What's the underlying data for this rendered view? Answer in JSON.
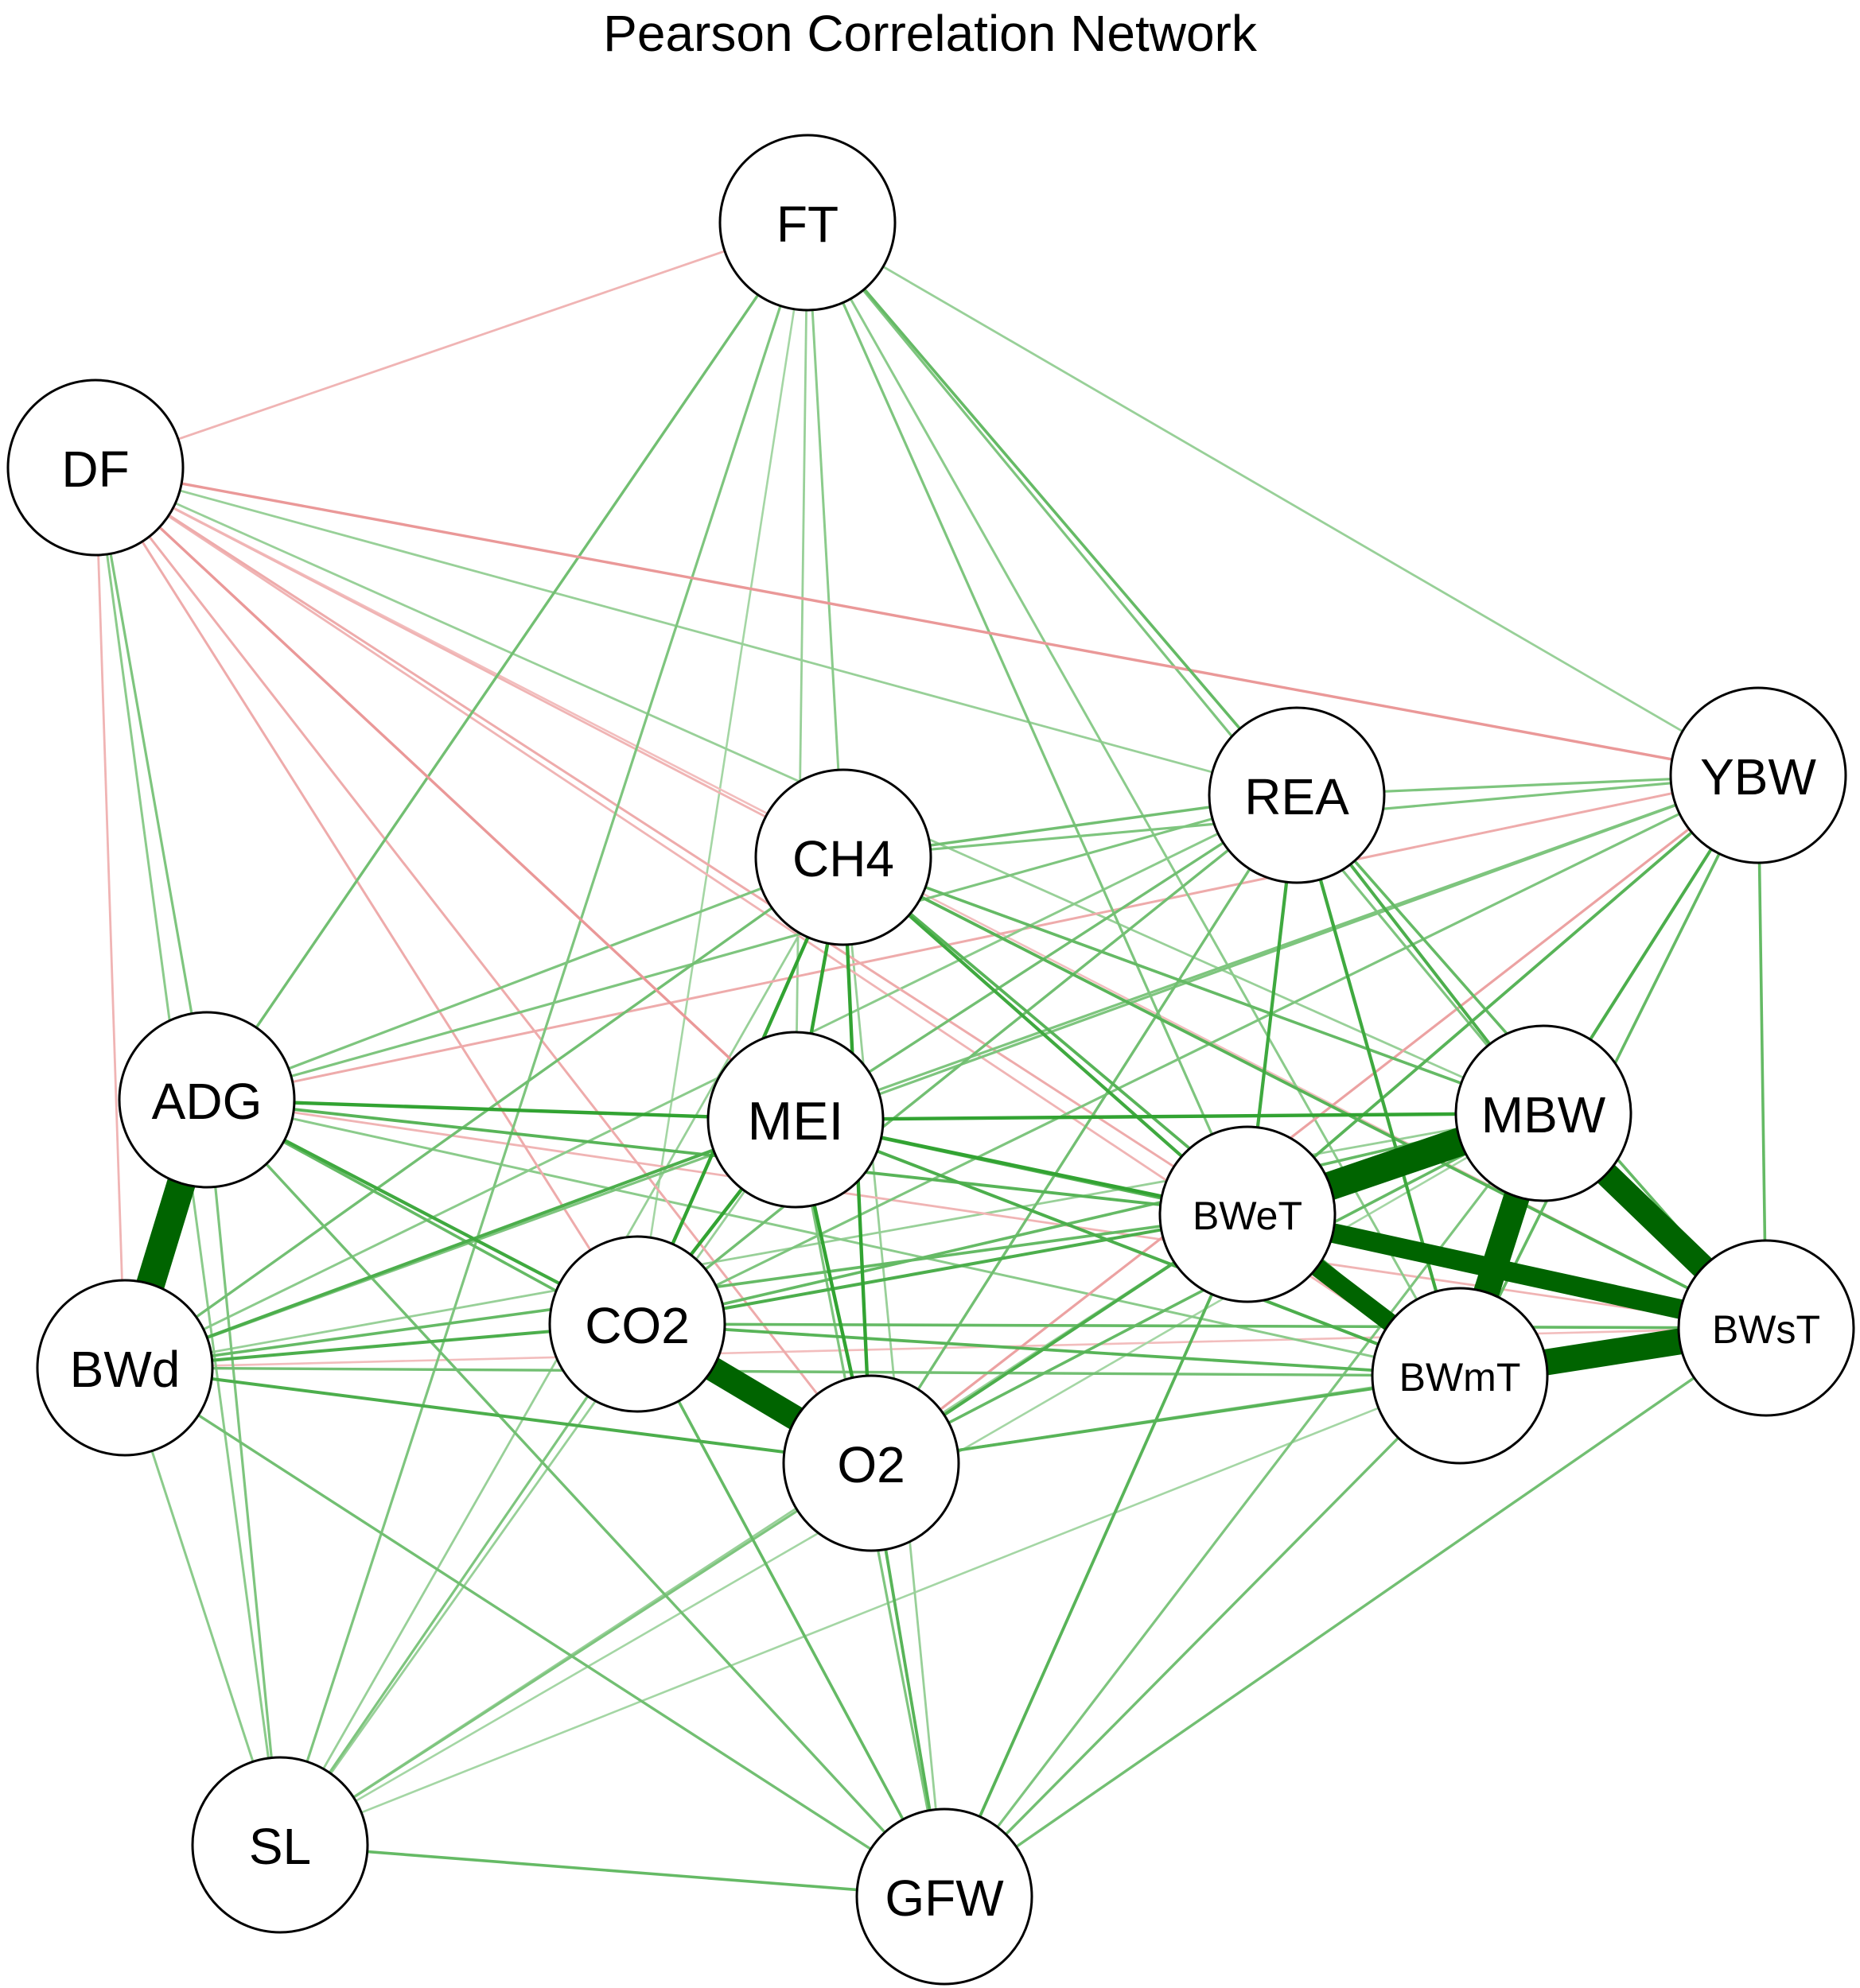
{
  "title": "Pearson Correlation Network",
  "colors": {
    "positive": "#006400",
    "negative": "#e06666",
    "node_fill": "#ffffff",
    "node_stroke": "#000000"
  },
  "nodes": [
    {
      "id": "FT",
      "label": "FT"
    },
    {
      "id": "DF",
      "label": "DF"
    },
    {
      "id": "REA",
      "label": "REA"
    },
    {
      "id": "YBW",
      "label": "YBW"
    },
    {
      "id": "CH4",
      "label": "CH4"
    },
    {
      "id": "ADG",
      "label": "ADG"
    },
    {
      "id": "MEI",
      "label": "MEI"
    },
    {
      "id": "MBW",
      "label": "MBW"
    },
    {
      "id": "BWeT",
      "label": "BWeT"
    },
    {
      "id": "CO2",
      "label": "CO2"
    },
    {
      "id": "BWd",
      "label": "BWd"
    },
    {
      "id": "BWsT",
      "label": "BWsT"
    },
    {
      "id": "BWmT",
      "label": "BWmT"
    },
    {
      "id": "O2",
      "label": "O2"
    },
    {
      "id": "SL",
      "label": "SL"
    },
    {
      "id": "GFW",
      "label": "GFW"
    }
  ],
  "edges": [
    {
      "from": "BWeT",
      "to": "MBW",
      "r": 0.95
    },
    {
      "from": "MBW",
      "to": "BWmT",
      "r": 0.93
    },
    {
      "from": "MBW",
      "to": "BWsT",
      "r": 0.92
    },
    {
      "from": "BWmT",
      "to": "BWsT",
      "r": 0.93
    },
    {
      "from": "BWeT",
      "to": "BWsT",
      "r": 0.88
    },
    {
      "from": "BWeT",
      "to": "BWmT",
      "r": 0.87
    },
    {
      "from": "ADG",
      "to": "BWd",
      "r": 0.95
    },
    {
      "from": "CO2",
      "to": "O2",
      "r": 0.92
    },
    {
      "from": "ADG",
      "to": "MEI",
      "r": 0.6
    },
    {
      "from": "ADG",
      "to": "CO2",
      "r": 0.55
    },
    {
      "from": "ADG",
      "to": "BWeT",
      "r": 0.45
    },
    {
      "from": "ADG",
      "to": "O2",
      "r": 0.4
    },
    {
      "from": "ADG",
      "to": "GFW",
      "r": 0.35
    },
    {
      "from": "ADG",
      "to": "SL",
      "r": 0.3
    },
    {
      "from": "ADG",
      "to": "CH4",
      "r": 0.3
    },
    {
      "from": "ADG",
      "to": "REA",
      "r": 0.3
    },
    {
      "from": "ADG",
      "to": "BWmT",
      "r": 0.25
    },
    {
      "from": "ADG",
      "to": "YBW",
      "r": -0.25
    },
    {
      "from": "ADG",
      "to": "FT",
      "r": 0.35
    },
    {
      "from": "MEI",
      "to": "MBW",
      "r": 0.6
    },
    {
      "from": "MEI",
      "to": "BWeT",
      "r": 0.6
    },
    {
      "from": "MEI",
      "to": "BWmT",
      "r": 0.5
    },
    {
      "from": "MEI",
      "to": "BWsT",
      "r": 0.45
    },
    {
      "from": "MEI",
      "to": "CO2",
      "r": 0.6
    },
    {
      "from": "MEI",
      "to": "O2",
      "r": 0.6
    },
    {
      "from": "MEI",
      "to": "CH4",
      "r": 0.6
    },
    {
      "from": "MEI",
      "to": "BWd",
      "r": 0.5
    },
    {
      "from": "MEI",
      "to": "REA",
      "r": 0.35
    },
    {
      "from": "MEI",
      "to": "YBW",
      "r": 0.3
    },
    {
      "from": "MEI",
      "to": "GFW",
      "r": 0.3
    },
    {
      "from": "MEI",
      "to": "SL",
      "r": 0.2
    },
    {
      "from": "CH4",
      "to": "CO2",
      "r": 0.6
    },
    {
      "from": "CH4",
      "to": "O2",
      "r": 0.6
    },
    {
      "from": "CH4",
      "to": "BWeT",
      "r": 0.55
    },
    {
      "from": "CH4",
      "to": "BWmT",
      "r": 0.45
    },
    {
      "from": "CH4",
      "to": "BWsT",
      "r": 0.45
    },
    {
      "from": "CH4",
      "to": "MBW",
      "r": 0.4
    },
    {
      "from": "CH4",
      "to": "REA",
      "r": 0.35
    },
    {
      "from": "CH4",
      "to": "YBW",
      "r": 0.3
    },
    {
      "from": "CH4",
      "to": "BWd",
      "r": 0.35
    },
    {
      "from": "CH4",
      "to": "SL",
      "r": 0.2
    },
    {
      "from": "CH4",
      "to": "GFW",
      "r": 0.2
    },
    {
      "from": "CO2",
      "to": "BWeT",
      "r": 0.5
    },
    {
      "from": "CO2",
      "to": "BWmT",
      "r": 0.45
    },
    {
      "from": "CO2",
      "to": "BWsT",
      "r": 0.4
    },
    {
      "from": "CO2",
      "to": "MBW",
      "r": 0.4
    },
    {
      "from": "CO2",
      "to": "BWd",
      "r": 0.5
    },
    {
      "from": "CO2",
      "to": "REA",
      "r": 0.35
    },
    {
      "from": "CO2",
      "to": "YBW",
      "r": 0.3
    },
    {
      "from": "CO2",
      "to": "GFW",
      "r": 0.4
    },
    {
      "from": "CO2",
      "to": "SL",
      "r": 0.3
    },
    {
      "from": "O2",
      "to": "BWeT",
      "r": 0.5
    },
    {
      "from": "O2",
      "to": "BWmT",
      "r": 0.45
    },
    {
      "from": "O2",
      "to": "BWd",
      "r": 0.5
    },
    {
      "from": "O2",
      "to": "MBW",
      "r": 0.4
    },
    {
      "from": "O2",
      "to": "REA",
      "r": 0.35
    },
    {
      "from": "O2",
      "to": "YBW",
      "r": -0.3
    },
    {
      "from": "O2",
      "to": "GFW",
      "r": 0.45
    },
    {
      "from": "O2",
      "to": "SL",
      "r": 0.3
    },
    {
      "from": "O2",
      "to": "BWsT",
      "r": 0.25
    },
    {
      "from": "BWd",
      "to": "BWeT",
      "r": 0.4
    },
    {
      "from": "BWd",
      "to": "BWmT",
      "r": 0.35
    },
    {
      "from": "BWd",
      "to": "GFW",
      "r": 0.35
    },
    {
      "from": "BWd",
      "to": "SL",
      "r": 0.25
    },
    {
      "from": "BWd",
      "to": "MBW",
      "r": 0.2
    },
    {
      "from": "BWd",
      "to": "BWsT",
      "r": -0.15
    },
    {
      "from": "REA",
      "to": "BWeT",
      "r": 0.55
    },
    {
      "from": "REA",
      "to": "BWmT",
      "r": 0.55
    },
    {
      "from": "REA",
      "to": "MBW",
      "r": 0.5
    },
    {
      "from": "REA",
      "to": "BWsT",
      "r": 0.4
    },
    {
      "from": "REA",
      "to": "YBW",
      "r": 0.3
    },
    {
      "from": "REA",
      "to": "FT",
      "r": 0.4
    },
    {
      "from": "REA",
      "to": "BWd",
      "r": 0.25
    },
    {
      "from": "YBW",
      "to": "BWeT",
      "r": 0.45
    },
    {
      "from": "YBW",
      "to": "MBW",
      "r": 0.5
    },
    {
      "from": "YBW",
      "to": "BWmT",
      "r": 0.4
    },
    {
      "from": "YBW",
      "to": "BWsT",
      "r": 0.4
    },
    {
      "from": "YBW",
      "to": "BWd",
      "r": 0.3
    },
    {
      "from": "YBW",
      "to": "FT",
      "r": 0.2
    },
    {
      "from": "YBW",
      "to": "DF",
      "r": -0.35
    },
    {
      "from": "YBW",
      "to": "BWeT",
      "r": -0.3
    },
    {
      "from": "FT",
      "to": "DF",
      "r": -0.2
    },
    {
      "from": "FT",
      "to": "CH4",
      "r": 0.25
    },
    {
      "from": "FT",
      "to": "MEI",
      "r": 0.2
    },
    {
      "from": "FT",
      "to": "CO2",
      "r": 0.15
    },
    {
      "from": "FT",
      "to": "BWeT",
      "r": 0.3
    },
    {
      "from": "FT",
      "to": "BWmT",
      "r": 0.25
    },
    {
      "from": "FT",
      "to": "MBW",
      "r": 0.3
    },
    {
      "from": "FT",
      "to": "SL",
      "r": 0.3
    },
    {
      "from": "DF",
      "to": "ADG",
      "r": 0.3
    },
    {
      "from": "DF",
      "to": "BWd",
      "r": -0.2
    },
    {
      "from": "DF",
      "to": "SL",
      "r": 0.25
    },
    {
      "from": "DF",
      "to": "CH4",
      "r": -0.2
    },
    {
      "from": "DF",
      "to": "REA",
      "r": 0.2
    },
    {
      "from": "DF",
      "to": "MEI",
      "r": -0.35
    },
    {
      "from": "DF",
      "to": "CO2",
      "r": -0.25
    },
    {
      "from": "DF",
      "to": "O2",
      "r": -0.25
    },
    {
      "from": "DF",
      "to": "BWeT",
      "r": -0.25
    },
    {
      "from": "DF",
      "to": "BWmT",
      "r": -0.2
    },
    {
      "from": "DF",
      "to": "MBW",
      "r": 0.2
    },
    {
      "from": "DF",
      "to": "BWsT",
      "r": -0.15
    },
    {
      "from": "BWeT",
      "to": "GFW",
      "r": 0.45
    },
    {
      "from": "BWmT",
      "to": "GFW",
      "r": 0.35
    },
    {
      "from": "BWsT",
      "to": "GFW",
      "r": 0.35
    },
    {
      "from": "MBW",
      "to": "GFW",
      "r": 0.3
    },
    {
      "from": "BWeT",
      "to": "SL",
      "r": 0.2
    },
    {
      "from": "BWmT",
      "to": "SL",
      "r": 0.15
    },
    {
      "from": "SL",
      "to": "GFW",
      "r": 0.4
    },
    {
      "from": "ADG",
      "to": "BWsT",
      "r": -0.2
    },
    {
      "from": "MBW",
      "to": "SL",
      "r": 0.15
    }
  ]
}
